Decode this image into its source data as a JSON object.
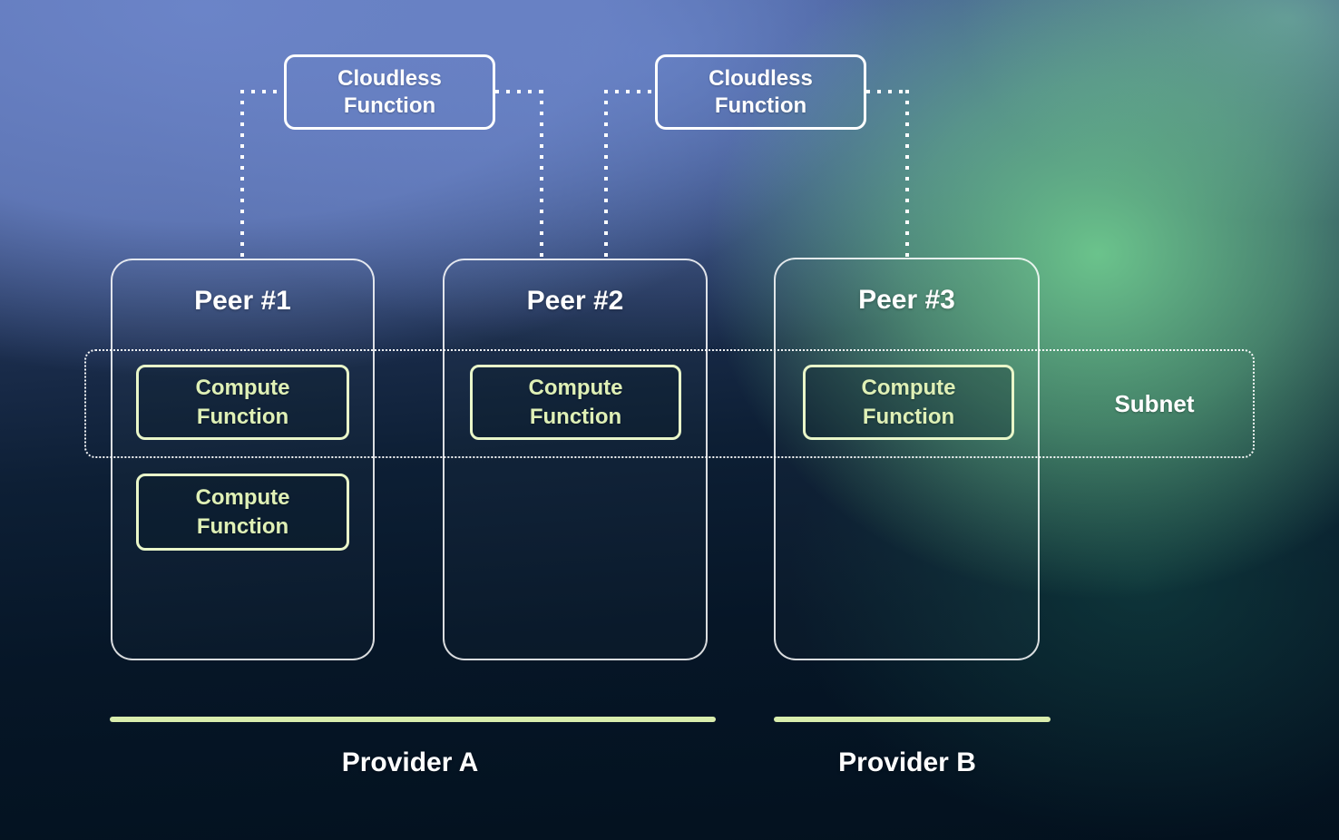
{
  "diagram": {
    "cloudless_functions": [
      {
        "label": "Cloudless Function"
      },
      {
        "label": "Cloudless Function"
      }
    ],
    "peers": [
      {
        "title": "Peer #1",
        "compute_functions": [
          "Compute Function",
          "Compute Function"
        ]
      },
      {
        "title": "Peer #2",
        "compute_functions": [
          "Compute Function"
        ]
      },
      {
        "title": "Peer #3",
        "compute_functions": [
          "Compute Function"
        ]
      }
    ],
    "subnet": {
      "label": "Subnet"
    },
    "providers": [
      {
        "label": "Provider A"
      },
      {
        "label": "Provider B"
      }
    ],
    "colors": {
      "accent_pale_green": "#dff0b6",
      "connector_white": "#ffffff",
      "background_blue": "#6c85c9",
      "background_green": "#6fcb8f",
      "background_dark_navy": "#04121f"
    }
  }
}
